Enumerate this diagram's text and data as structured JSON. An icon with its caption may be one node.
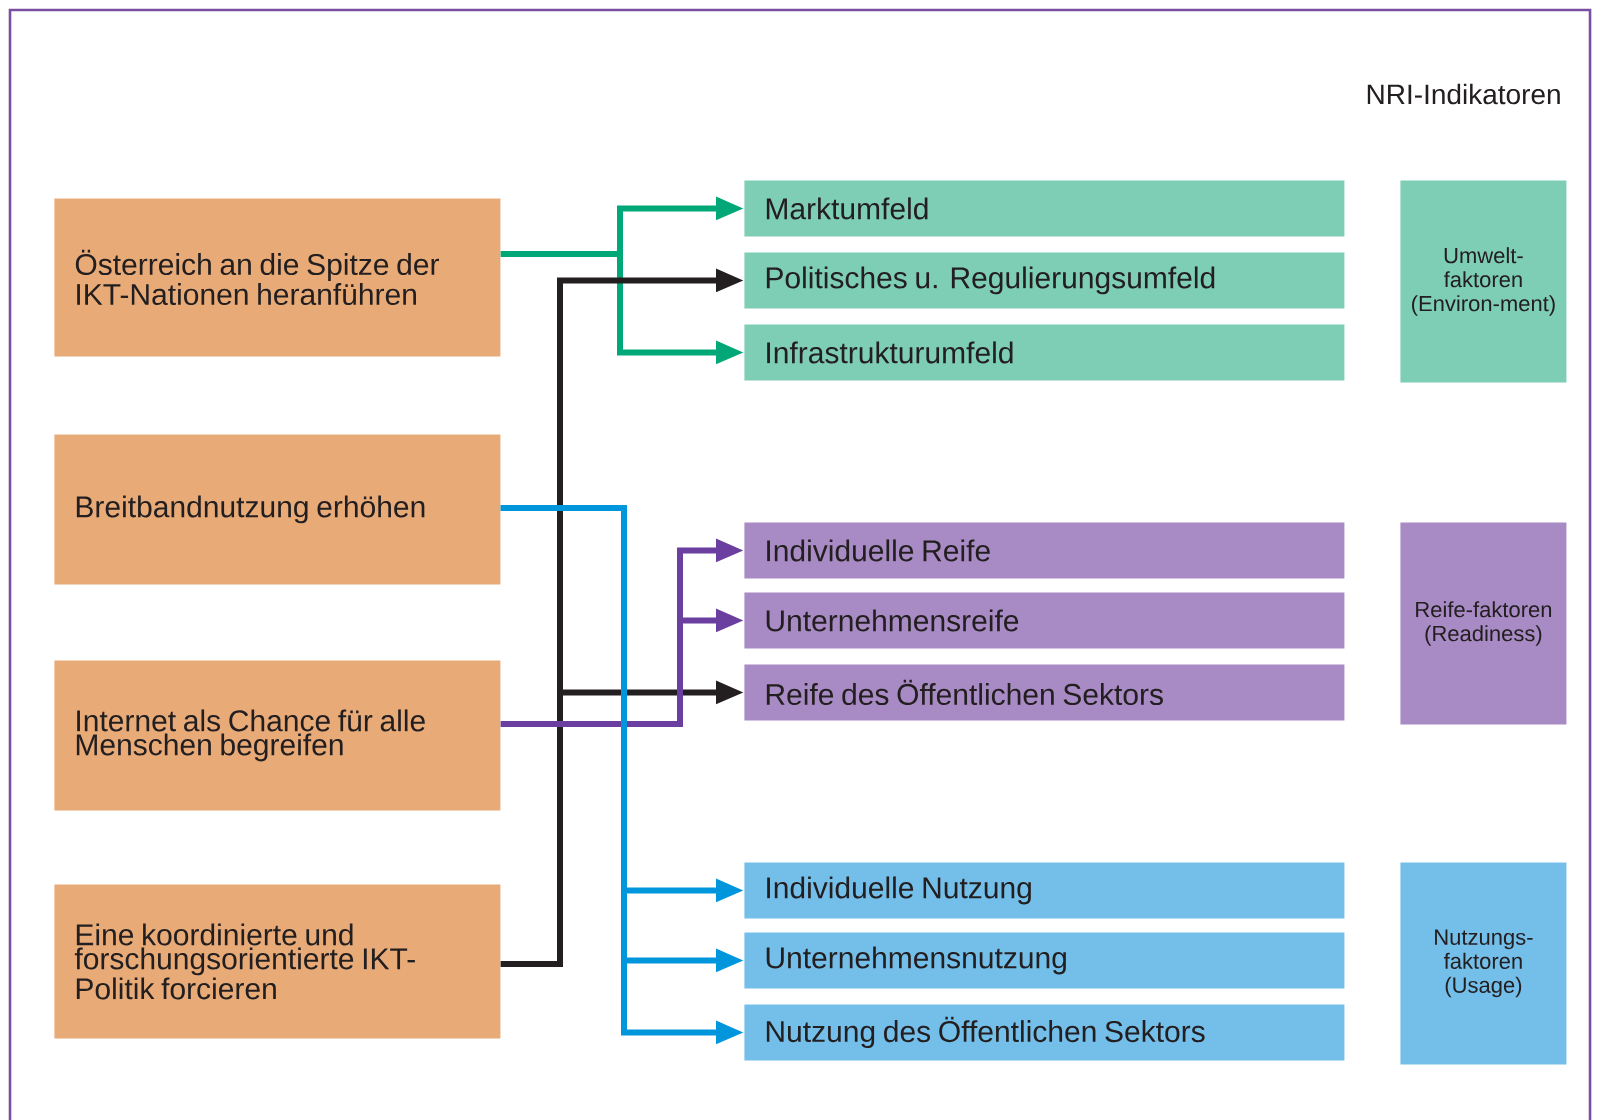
{
  "diagram": {
    "nodes": [
      {
        "text": [
          "Österreich an die Spitze der IKT-Nationen heranführen"
        ]
      },
      {
        "text": [
          "Breitbandnutzung erhöhen"
        ]
      },
      {
        "text": [
          "Internet als Chance für alle Menschen begreifen"
        ]
      },
      {
        "text": [
          "Eine koordinierte und forschungsorientierte IKT-Politik forcieren"
        ]
      },
      {
        "text": [
          "Marktumfeld"
        ]
      },
      {
        "text": [
          "Politisches u. Regulierungsumfeld"
        ]
      },
      {
        "text": [
          "Infrastrukturumfeld"
        ]
      },
      {
        "text": [
          "Individuelle Reife"
        ]
      },
      {
        "text": [
          "Unternehmensreife"
        ]
      },
      {
        "text": [
          "Reife des Öffentlichen Sektors"
        ]
      },
      {
        "text": [
          "Individuelle Nutzung"
        ]
      },
      {
        "text": [
          "Unternehmensnutzung"
        ]
      },
      {
        "text": [
          "Nutzung des Öffentlichen Sektors"
        ]
      },
      {
        "text": [
          "Umwelt-faktoren (Environ-ment)"
        ]
      },
      {
        "text": [
          "Reife-faktoren (Readiness)"
        ]
      },
      {
        "text": [
          "Nutzungs-faktoren (Usage)"
        ]
      }
    ],
    "edges": [
      {
        "from": 0,
        "to": 4,
        "arrow": "to",
        "color": "#00a878"
      },
      {
        "from": 0,
        "to": 6,
        "arrow": "to",
        "color": "#00a878"
      },
      {
        "from": 3,
        "to": 5,
        "arrow": "to",
        "color": "#231f20"
      },
      {
        "from": 3,
        "to": 9,
        "arrow": "to",
        "color": "#231f20"
      },
      {
        "from": 2,
        "to": 7,
        "arrow": "to",
        "color": "#6b3fa0"
      },
      {
        "from": 2,
        "to": 8,
        "arrow": "to",
        "color": "#6b3fa0"
      },
      {
        "from": 1,
        "to": 10,
        "arrow": "to",
        "color": "#0096dc"
      },
      {
        "from": 1,
        "to": 11,
        "arrow": "to",
        "color": "#0096dc"
      },
      {
        "from": 1,
        "to": 12,
        "arrow": "to",
        "color": "#0096dc"
      }
    ],
    "labels": [
      "NRI-Indikatoren"
    ]
  }
}
